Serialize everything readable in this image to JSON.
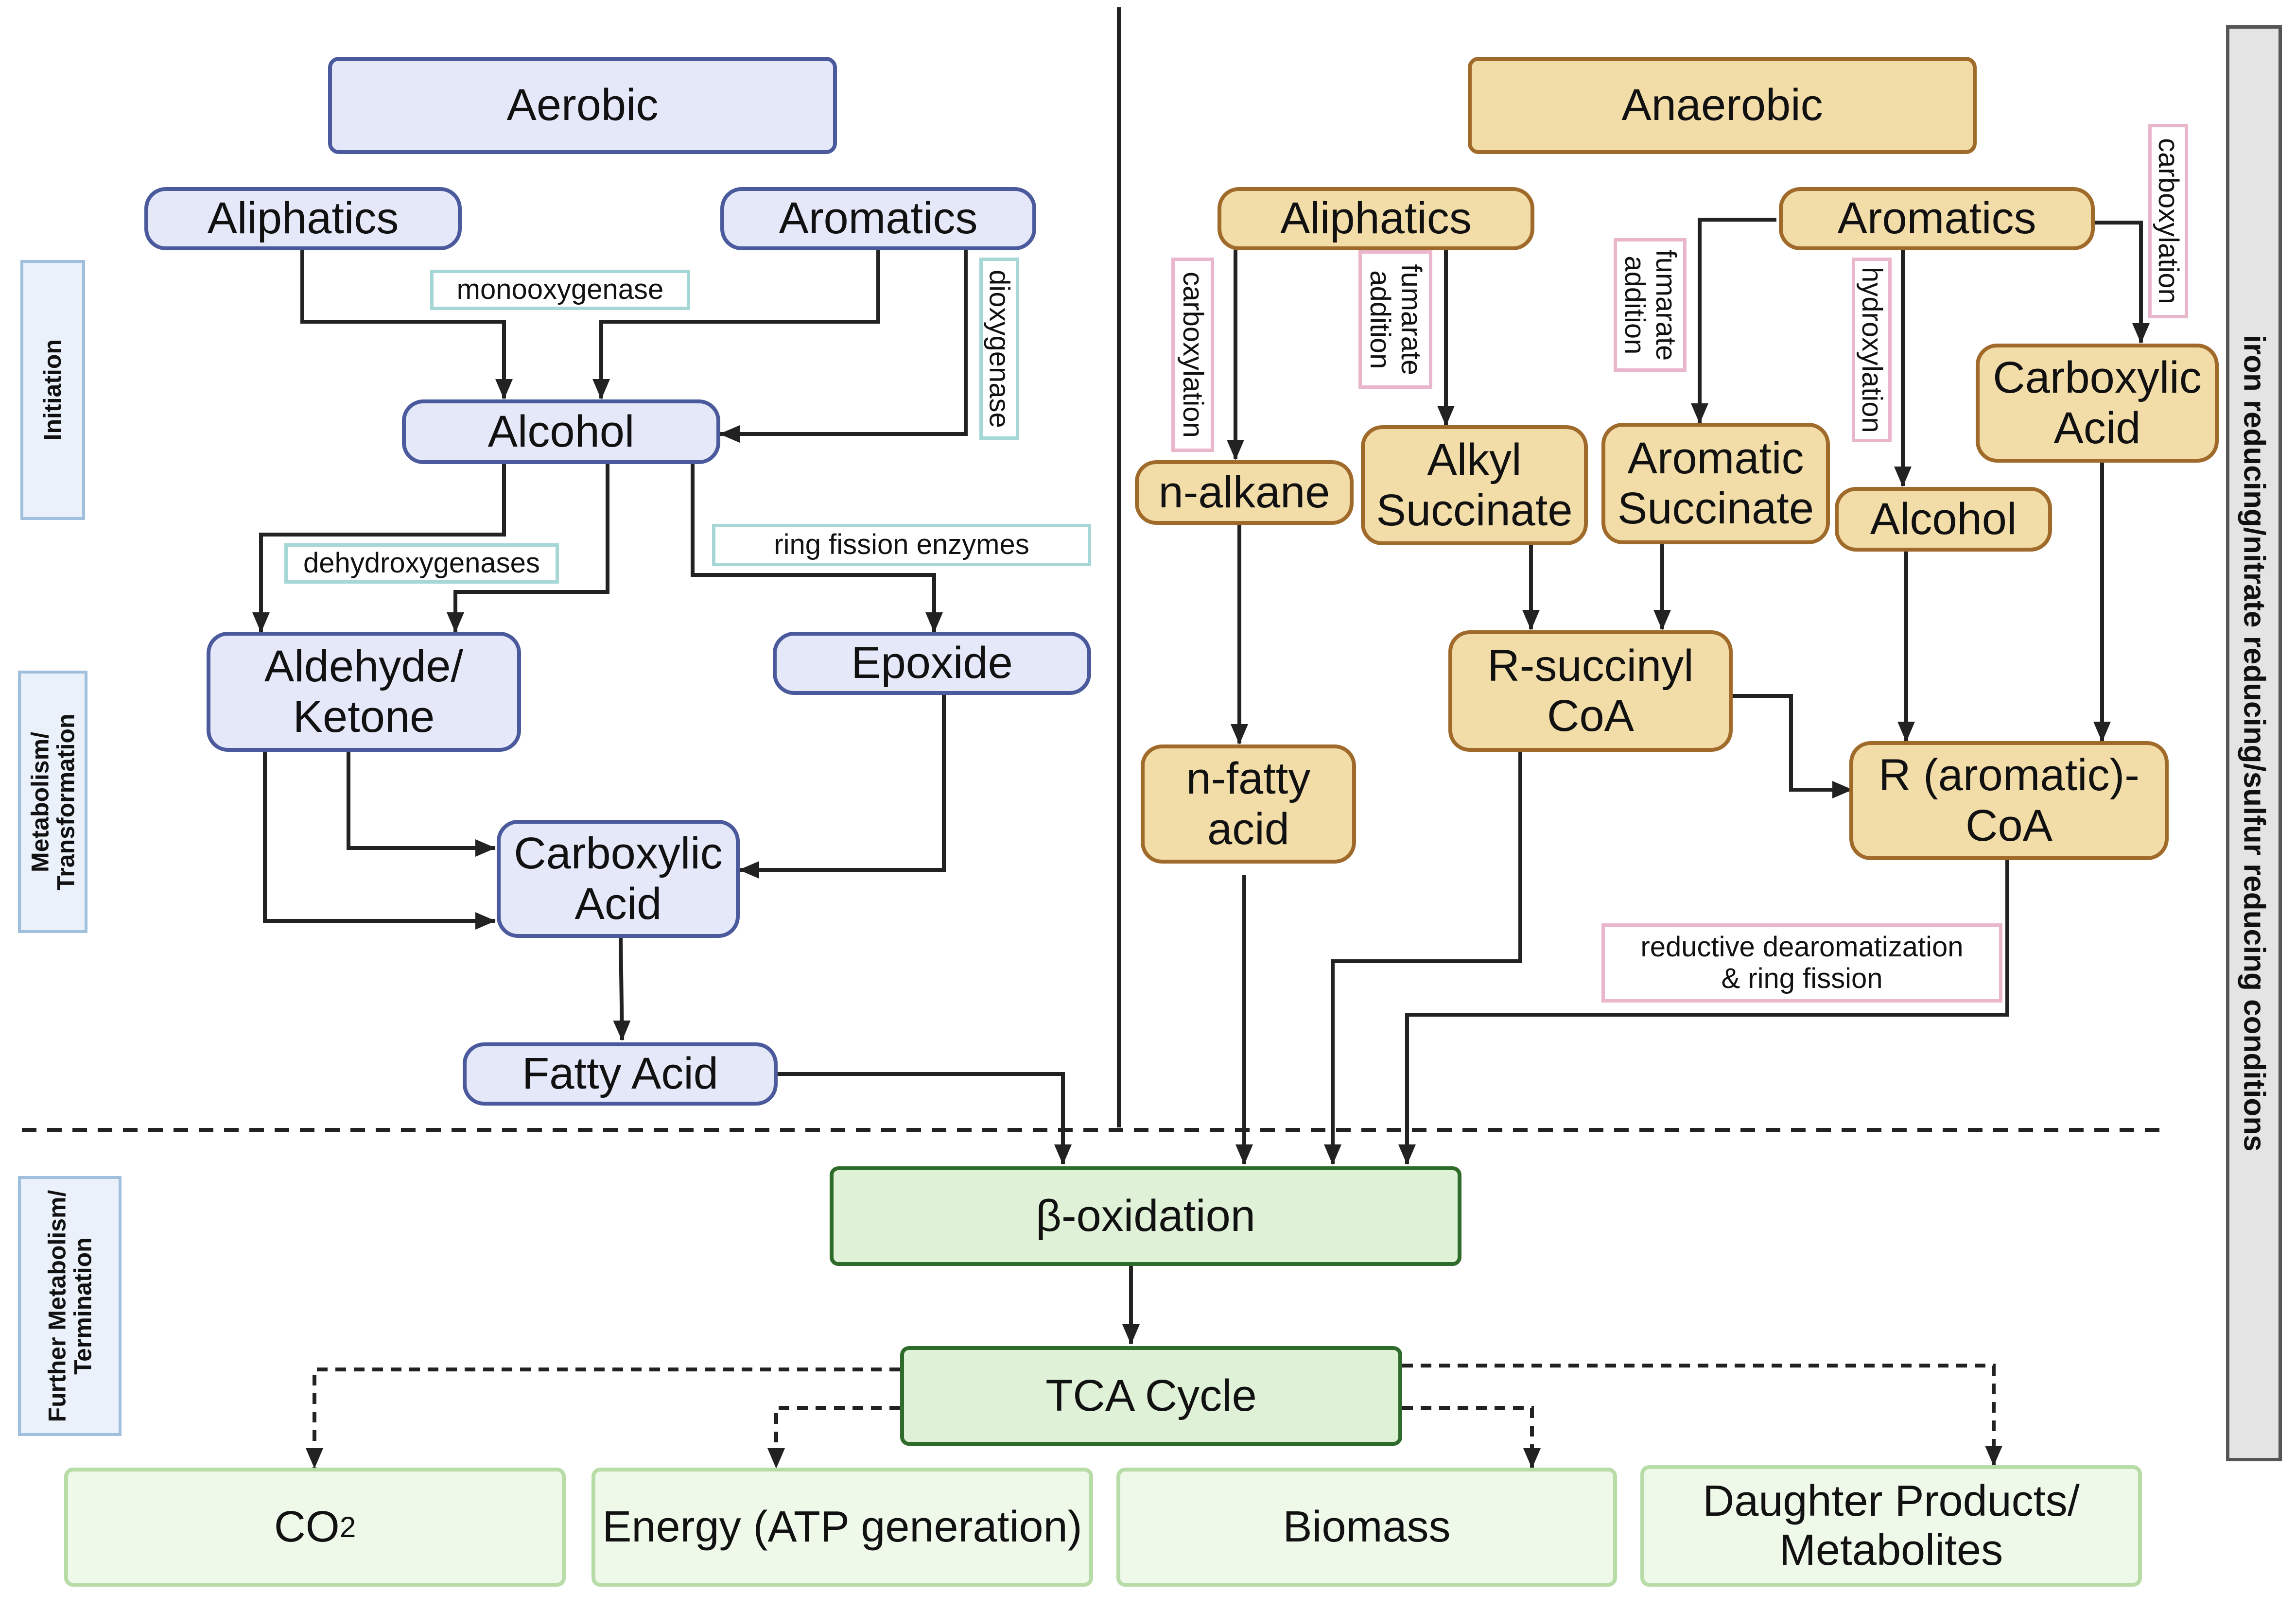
{
  "aerobic": {
    "header": "Aerobic",
    "aliphatics": "Aliphatics",
    "aromatics": "Aromatics",
    "alcohol": "Alcohol",
    "aldehyde_ketone": "Aldehyde/\nKetone",
    "epoxide": "Epoxide",
    "carboxylic_acid": "Carboxylic\nAcid",
    "fatty_acid": "Fatty Acid",
    "enzymes": {
      "monooxygenase": "monooxygenase",
      "dioxygenase": "dioxygenase",
      "dehydroxygenases": "dehydroxygenases",
      "ring_fission": "ring fission enzymes"
    }
  },
  "anaerobic": {
    "header": "Anaerobic",
    "aliphatics": "Aliphatics",
    "aromatics": "Aromatics",
    "n_alkane": "n-alkane",
    "alkyl_succinate": "Alkyl\nSuccinate",
    "aromatic_succinate": "Aromatic\nSuccinate",
    "alcohol": "Alcohol",
    "carboxylic_acid": "Carboxylic\nAcid",
    "n_fatty_acid": "n-fatty\nacid",
    "r_succinyl_coa": "R-succinyl\nCoA",
    "r_aromatic_coa": "R (aromatic)-\nCoA",
    "enzymes": {
      "carboxylation_1": "carboxylation",
      "fumarate_addition_1": "fumarate\naddition",
      "fumarate_addition_2": "fumarate\naddition",
      "hydroxylation": "hydroxylation",
      "carboxylation_2": "carboxylation",
      "reductive": "reductive dearomatization\n& ring fission"
    }
  },
  "termination": {
    "beta_oxidation": "β-oxidation",
    "tca_cycle": "TCA Cycle",
    "co2_text": "CO",
    "co2_sub": "2",
    "energy": "Energy (ATP generation)",
    "biomass": "Biomass",
    "daughter": "Daughter Products/\nMetabolites"
  },
  "stages": {
    "initiation": "Initiation",
    "metabolism": "Metabolism/\nTransformation",
    "further": "Further Metabolism/\nTermination"
  },
  "sidebar": "iron reducing/nitrate reducing/sulfur reducing conditions",
  "colors": {
    "aerobic_fill": "#e4e8f8",
    "aerobic_border": "#4a5a9c",
    "anaerobic_fill": "#f2dca8",
    "anaerobic_border": "#a06a2a",
    "termination_fill": "#dff2d8",
    "termination_border": "#2f6b2a",
    "products_fill": "#eef9ea",
    "products_border": "#b8dca8",
    "enzyme_aerobic_border": "#a6d6d6",
    "enzyme_anaerobic_border": "#eab6cc"
  }
}
